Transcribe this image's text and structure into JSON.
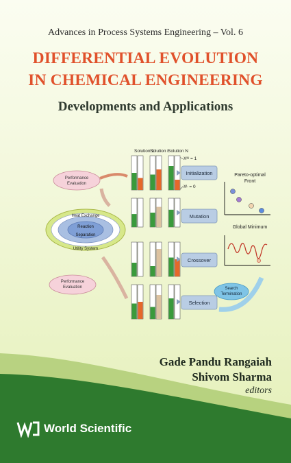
{
  "cover": {
    "series": "Advances in Process Systems Engineering – Vol. 6",
    "title_line1": "DIFFERENTIAL EVOLUTION",
    "title_line2": "IN CHEMICAL ENGINEERING",
    "subtitle": "Developments and Applications"
  },
  "diagram": {
    "solution_labels": [
      "Solution 1",
      "Solution i",
      "Solution N"
    ],
    "bound_upper": "Xᴵᵁ = 1",
    "bound_lower": "Xᴸ = 0",
    "steps": [
      "Initialization",
      "Mutation",
      "Crossover",
      "Selection"
    ],
    "performance_evaluation": [
      "Performance",
      "Evaluation"
    ],
    "process_layers": [
      "Heat Exchange",
      "Reaction",
      "Separation",
      "Utility System"
    ],
    "pareto_title": [
      "Pareto-optimal",
      "Front"
    ],
    "global_min_title": "Global Minimum",
    "search_termination": [
      "Search",
      "Termination"
    ],
    "colors": {
      "green": "#3a9a3c",
      "orange": "#e5682a",
      "tan": "#dcc2a0",
      "step_box": "#b9cde4"
    }
  },
  "editors": {
    "names": [
      "Gade Pandu Rangaiah",
      "Shivom Sharma"
    ],
    "label": "editors"
  },
  "publisher": {
    "name": "World Scientific",
    "logo_icon": "ws-logo-icon"
  }
}
